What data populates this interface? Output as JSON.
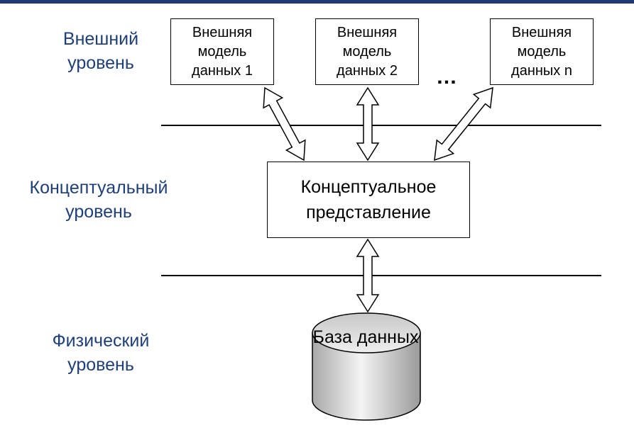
{
  "levels": {
    "external": "Внешний уровень",
    "conceptual": "Концептуальный уровень",
    "physical": "Физический уровень"
  },
  "external_models": [
    "Внешняя модель данных 1",
    "Внешняя модель данных 2",
    "Внешняя модель данных n"
  ],
  "ellipsis": "…",
  "conceptual_view": "Концептуальное представление",
  "database": "База данных",
  "colors": {
    "label_text": "#1f3f7a",
    "top_bar": "#1f3a73"
  }
}
